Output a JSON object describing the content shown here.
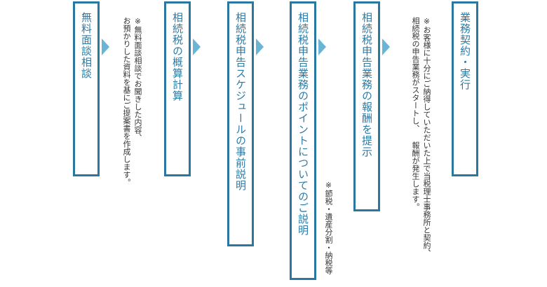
{
  "steps": [
    {
      "label": "無料面談相談"
    },
    {
      "label": "相続税の概算計算"
    },
    {
      "label": "相続税申告スケジュールの事前説明"
    },
    {
      "label": "相続税申告業務のポイントについてのご説明"
    },
    {
      "label": "相続税申告業務の報酬を提示"
    },
    {
      "label": "業務契約・実行"
    }
  ],
  "notes": {
    "step1": [
      "※無料面談相談でお聞きした内容、",
      "お預かりした資料を基にご提案書を作成します。"
    ],
    "step4": [
      "※節税・遺産分割・納税等"
    ],
    "step6": [
      "※お客様に十分にご納得していただいた上で当税理士事務所と契約、",
      "相続税の申告業務がスタートし、 報酬が発生します。"
    ]
  },
  "colors": {
    "border": "#2878a0",
    "text": "#2a7aa6",
    "arrow": "#6ab4d6"
  }
}
